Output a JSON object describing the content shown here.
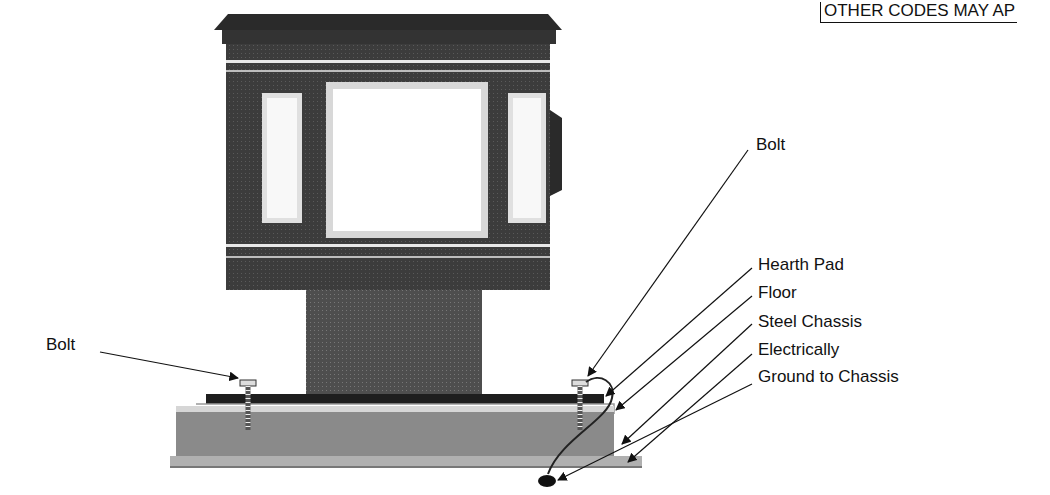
{
  "diagram": {
    "labels": [
      "OTHER CODES MAY AP",
      "Bolt",
      "Bolt",
      "Hearth Pad",
      "Floor",
      "Steel Chassis",
      "Electrically",
      "Ground to Chassis"
    ]
  }
}
